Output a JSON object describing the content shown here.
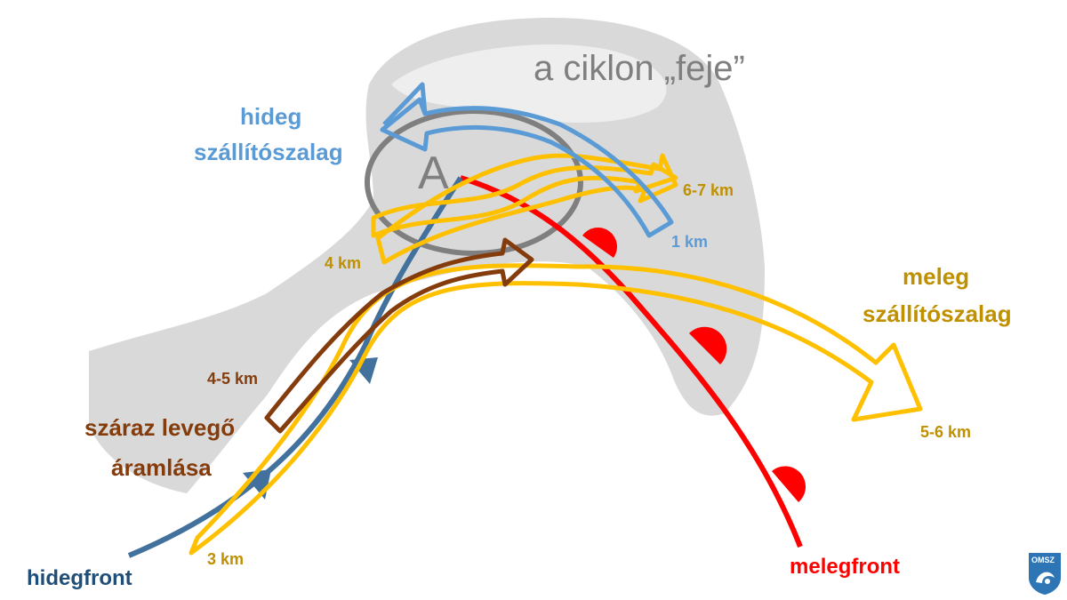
{
  "labels": {
    "head": "a ciklon „feje”",
    "center": "A",
    "cold_conveyor_line1": "hideg",
    "cold_conveyor_line2": "szállítószalag",
    "warm_conveyor_line1": "meleg",
    "warm_conveyor_line2": "szállítószalag",
    "dry_air_line1": "száraz levegő",
    "dry_air_line2": "áramlása",
    "cold_front": "hidegfront",
    "warm_front": "melegfront"
  },
  "heights": {
    "warm_upper_end": "6-7 km",
    "cold_end": "1 km",
    "warm_upper_start": "4 km",
    "dry_start": "4-5 km",
    "warm_main_end": "5-6 km",
    "warm_main_start": "3 km"
  },
  "logo": {
    "text": "OMSZ",
    "icon": "omsz-logo-icon"
  },
  "colors": {
    "cloud": "#d9d9d9",
    "cloud_light": "#eeeeee",
    "cold_conveyor": "#5b9bd5",
    "warm_conveyor": "#ffc000",
    "warm_label": "#bf9000",
    "dry_air": "#843c0c",
    "cold_front": "#41719c",
    "cold_front_label": "#1f4e79",
    "warm_front": "#ff0000",
    "center_ring": "#7f7f7f",
    "head_text": "#7f7f7f",
    "logo_blue": "#2e75b6"
  }
}
